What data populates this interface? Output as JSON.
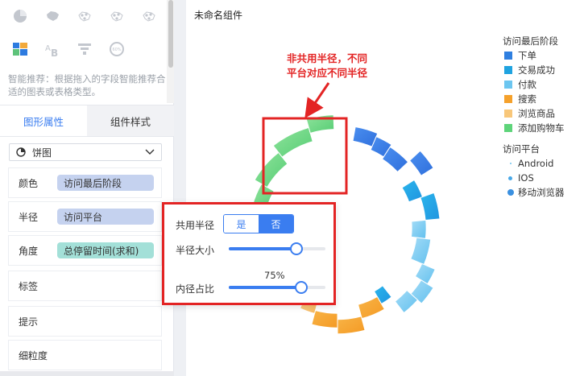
{
  "left_panel": {
    "chart_icons": [
      {
        "name": "pie-chart-icon",
        "row": 0,
        "col": 0,
        "color": "#c3c7ce"
      },
      {
        "name": "china-map-icon",
        "row": 0,
        "col": 1,
        "color": "#c3c7ce"
      },
      {
        "name": "scatter-map-icon",
        "row": 0,
        "col": 2,
        "color": "#c3c7ce"
      },
      {
        "name": "flow-map-icon",
        "row": 0,
        "col": 3,
        "color": "#c3c7ce"
      },
      {
        "name": "heat-map-icon",
        "row": 0,
        "col": 4,
        "color": "#c3c7ce"
      },
      {
        "name": "color-table-icon",
        "row": 1,
        "col": 0,
        "color": "#2d7be0"
      },
      {
        "name": "word-cloud-icon",
        "row": 1,
        "col": 1,
        "color": "#c3c7ce"
      },
      {
        "name": "funnel-icon",
        "row": 1,
        "col": 2,
        "color": "#c3c7ce"
      },
      {
        "name": "gauge-icon",
        "row": 1,
        "col": 3,
        "color": "#c3c7ce"
      }
    ],
    "gauge_icon_text": "60%",
    "word_cloud_text": "AB",
    "smart_tip": "智能推荐：根据拖入的字段智能推荐合适的图表或表格类型。",
    "tabs": {
      "graph": "图形属性",
      "style": "组件样式"
    },
    "chart_type": "饼图",
    "props": {
      "color": {
        "label": "颜色",
        "field": "访问最后阶段",
        "pill_color": "#c5d2ef"
      },
      "radius": {
        "label": "半径",
        "field": "访问平台",
        "pill_color": "#c5d2ef"
      },
      "angle": {
        "label": "角度",
        "field": "总停留时间(求和)",
        "pill_color": "#a3e0d8"
      },
      "label": {
        "label": "标签"
      },
      "tooltip": {
        "label": "提示"
      },
      "granularity": {
        "label": "细粒度"
      }
    }
  },
  "canvas": {
    "component_title": "未命名组件",
    "annotation": [
      "非共用半径，不同",
      "平台对应不同半径"
    ],
    "legend": {
      "stage_title": "访问最后阶段",
      "stages": [
        {
          "name": "下单",
          "color": "#2f7fe0"
        },
        {
          "name": "交易成功",
          "color": "#1fa3e0"
        },
        {
          "name": "付款",
          "color": "#6cc6f0"
        },
        {
          "name": "搜索",
          "color": "#f5a12b"
        },
        {
          "name": "浏览商品",
          "color": "#f8c77a"
        },
        {
          "name": "添加购物车",
          "color": "#5ed47a"
        }
      ],
      "platform_title": "访问平台",
      "platforms": [
        {
          "name": "Android",
          "color": "#6fc3ef",
          "dot": 2
        },
        {
          "name": "IOS",
          "color": "#48a8e8",
          "dot": 5
        },
        {
          "name": "移动浏览器",
          "color": "#3a90e0",
          "dot": 8
        }
      ]
    }
  },
  "popup": {
    "shared_radius_label": "共用半径",
    "yes": "是",
    "no": "否",
    "selected": "否",
    "radius_size_label": "半径大小",
    "radius_size_level": 0.7,
    "inner_ratio_label": "内径占比",
    "inner_ratio_value": "75%",
    "inner_ratio_level": 0.75
  },
  "chart_data": {
    "type": "pie",
    "inner_radius_ratio": 0.75,
    "segments": [
      {
        "stage": "下单",
        "start_deg": 10,
        "end_deg": 23,
        "radius": 1.18
      },
      {
        "stage": "下单",
        "start_deg": 23,
        "end_deg": 33,
        "radius": 1.14
      },
      {
        "stage": "下单",
        "start_deg": 33,
        "end_deg": 47,
        "radius": 1.11
      },
      {
        "stage": "下单",
        "start_deg": 47,
        "end_deg": 58,
        "radius": 1.3
      },
      {
        "stage": "交易成功",
        "start_deg": 58,
        "end_deg": 70,
        "radius": 1.04
      },
      {
        "stage": "交易成功",
        "start_deg": 70,
        "end_deg": 85,
        "radius": 1.18
      },
      {
        "stage": "付款",
        "start_deg": 85,
        "end_deg": 97,
        "radius": 1.02
      },
      {
        "stage": "付款",
        "start_deg": 97,
        "end_deg": 113,
        "radius": 1.08
      },
      {
        "stage": "付款",
        "start_deg": 113,
        "end_deg": 122,
        "radius": 1.22
      },
      {
        "stage": "付款",
        "start_deg": 122,
        "end_deg": 132,
        "radius": 1.3
      },
      {
        "stage": "付款",
        "start_deg": 132,
        "end_deg": 142,
        "radius": 1.24
      },
      {
        "stage": "交易成功",
        "start_deg": 142,
        "end_deg": 150,
        "radius": 1.01
      },
      {
        "stage": "搜索",
        "start_deg": 150,
        "end_deg": 165,
        "radius": 1.08
      },
      {
        "stage": "搜索",
        "start_deg": 165,
        "end_deg": 180,
        "radius": 1.22
      },
      {
        "stage": "搜索",
        "start_deg": 180,
        "end_deg": 195,
        "radius": 1.15
      },
      {
        "stage": "浏览商品",
        "start_deg": 195,
        "end_deg": 205,
        "radius": 1.02
      },
      {
        "stage": "浏览商品",
        "start_deg": 240,
        "end_deg": 258,
        "radius": 1.04
      },
      {
        "stage": "浏览商品",
        "start_deg": 258,
        "end_deg": 272,
        "radius": 1.16
      },
      {
        "stage": "添加购物车",
        "start_deg": 272,
        "end_deg": 300,
        "radius": 1.01
      },
      {
        "stage": "添加购物车",
        "start_deg": 300,
        "end_deg": 322,
        "radius": 1.1
      },
      {
        "stage": "添加购物车",
        "start_deg": 322,
        "end_deg": 344,
        "radius": 1.2
      },
      {
        "stage": "添加购物车",
        "start_deg": 344,
        "end_deg": 358,
        "radius": 1.3
      }
    ]
  }
}
